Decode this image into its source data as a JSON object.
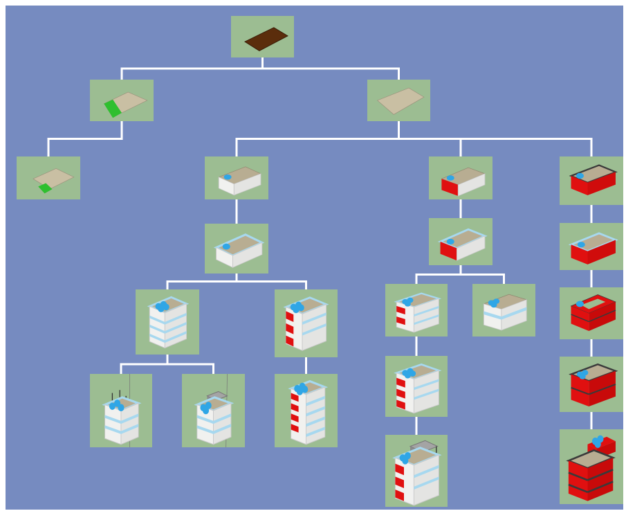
{
  "colors": {
    "background": "#768bc0",
    "tile": "#9cbd92",
    "edge": "#ffffff",
    "lot_base": "#c9bfa3",
    "soil": "#5b2d0c",
    "grass": "#2fbf2f",
    "wall_white": "#f1f1ef",
    "wall_red": "#e01010",
    "glass_band": "#a7d8ef",
    "roof": "#b8ad92",
    "tank": "#2fa6e6",
    "dark_frame": "#3a3a3a"
  },
  "tree": {
    "nodes": [
      {
        "id": "root",
        "model": "empty-soil-lot-model"
      },
      {
        "id": "lot-with-lawn-strip",
        "model": "lot-with-green-strip-model"
      },
      {
        "id": "plain-lot",
        "model": "plain-lot-model"
      },
      {
        "id": "lot-with-lawn-corner",
        "model": "lot-with-green-corner-model"
      },
      {
        "id": "white-block-1",
        "model": "white-one-storey-block-model"
      },
      {
        "id": "white-block-frame",
        "model": "white-block-with-glass-frame-model"
      },
      {
        "id": "white-tower-4",
        "model": "white-four-storey-tower-model"
      },
      {
        "id": "white-tower-antenna",
        "model": "white-tower-with-antennas-model"
      },
      {
        "id": "white-tower-penthouse",
        "model": "white-tower-with-rooftop-structure-model"
      },
      {
        "id": "mixed-tower-4",
        "model": "white-tower-with-red-panels-model"
      },
      {
        "id": "mixed-tower-6",
        "model": "six-storey-tower-with-red-panels-model"
      },
      {
        "id": "red-side-block",
        "model": "block-with-red-side-model"
      },
      {
        "id": "red-side-block-frame",
        "model": "red-side-block-with-glass-frame-model"
      },
      {
        "id": "red-side-tower-3",
        "model": "three-storey-red-side-tower-model"
      },
      {
        "id": "white-glass-block-2",
        "model": "two-storey-glass-band-block-model"
      },
      {
        "id": "red-side-tower-4",
        "model": "four-storey-red-side-tower-model"
      },
      {
        "id": "red-side-tower-penthouse",
        "model": "red-side-tower-with-rooftop-structure-model"
      },
      {
        "id": "red-block",
        "model": "red-block-with-dark-frame-model"
      },
      {
        "id": "red-block-glass",
        "model": "red-block-with-glass-frame-model"
      },
      {
        "id": "red-courtyard-block",
        "model": "red-courtyard-block-model"
      },
      {
        "id": "red-tower-2",
        "model": "two-storey-red-tower-model"
      },
      {
        "id": "red-tower-stepped",
        "model": "stepped-red-tower-model"
      }
    ],
    "edges": [
      [
        "root",
        "lot-with-lawn-strip"
      ],
      [
        "root",
        "plain-lot"
      ],
      [
        "lot-with-lawn-strip",
        "lot-with-lawn-corner"
      ],
      [
        "plain-lot",
        "white-block-1"
      ],
      [
        "plain-lot",
        "red-side-block"
      ],
      [
        "plain-lot",
        "red-block"
      ],
      [
        "white-block-1",
        "white-block-frame"
      ],
      [
        "white-block-frame",
        "white-tower-4"
      ],
      [
        "white-block-frame",
        "mixed-tower-4"
      ],
      [
        "white-tower-4",
        "white-tower-antenna"
      ],
      [
        "white-tower-4",
        "white-tower-penthouse"
      ],
      [
        "mixed-tower-4",
        "mixed-tower-6"
      ],
      [
        "red-side-block",
        "red-side-block-frame"
      ],
      [
        "red-side-block-frame",
        "red-side-tower-3"
      ],
      [
        "red-side-block-frame",
        "white-glass-block-2"
      ],
      [
        "red-side-tower-3",
        "red-side-tower-4"
      ],
      [
        "red-side-tower-4",
        "red-side-tower-penthouse"
      ],
      [
        "red-block",
        "red-block-glass"
      ],
      [
        "red-block-glass",
        "red-courtyard-block"
      ],
      [
        "red-courtyard-block",
        "red-tower-2"
      ],
      [
        "red-tower-2",
        "red-tower-stepped"
      ]
    ]
  }
}
